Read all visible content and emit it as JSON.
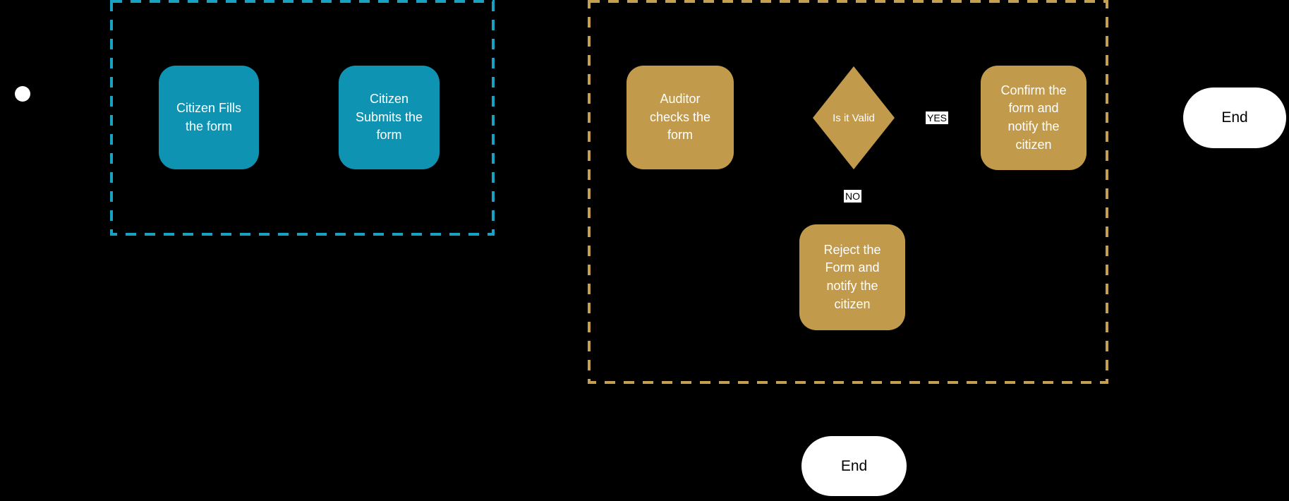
{
  "canvas": {
    "background": "#000000"
  },
  "palette": {
    "citizen_task_fill": "#0E93B2",
    "citizen_lane_border": "#18A2C2",
    "auditor_task_fill": "#C19A4B",
    "auditor_lane_border": "#C4A050",
    "node_text": "#FFFFFF",
    "event_fill": "#FFFFFF",
    "event_text": "#000000",
    "edge_label_bg": "#FFFFFF",
    "edge_label_text": "#000000"
  },
  "nodes": {
    "start": {
      "type": "start-event"
    },
    "citizen_fills": {
      "label": "Citizen Fills\nthe form"
    },
    "citizen_submits": {
      "label": "Citizen\nSubmits the\nform"
    },
    "auditor_checks": {
      "label": "Auditor\nchecks the\nform"
    },
    "gateway": {
      "label": "Is it Valid"
    },
    "confirm": {
      "label": "Confirm the\nform and\nnotify the\ncitizen"
    },
    "reject": {
      "label": "Reject the\nForm and\nnotify the\ncitizen"
    },
    "end_main": {
      "label": "End"
    },
    "end_reject": {
      "label": "End"
    }
  },
  "edge_labels": {
    "yes": "YES",
    "no": "NO"
  }
}
